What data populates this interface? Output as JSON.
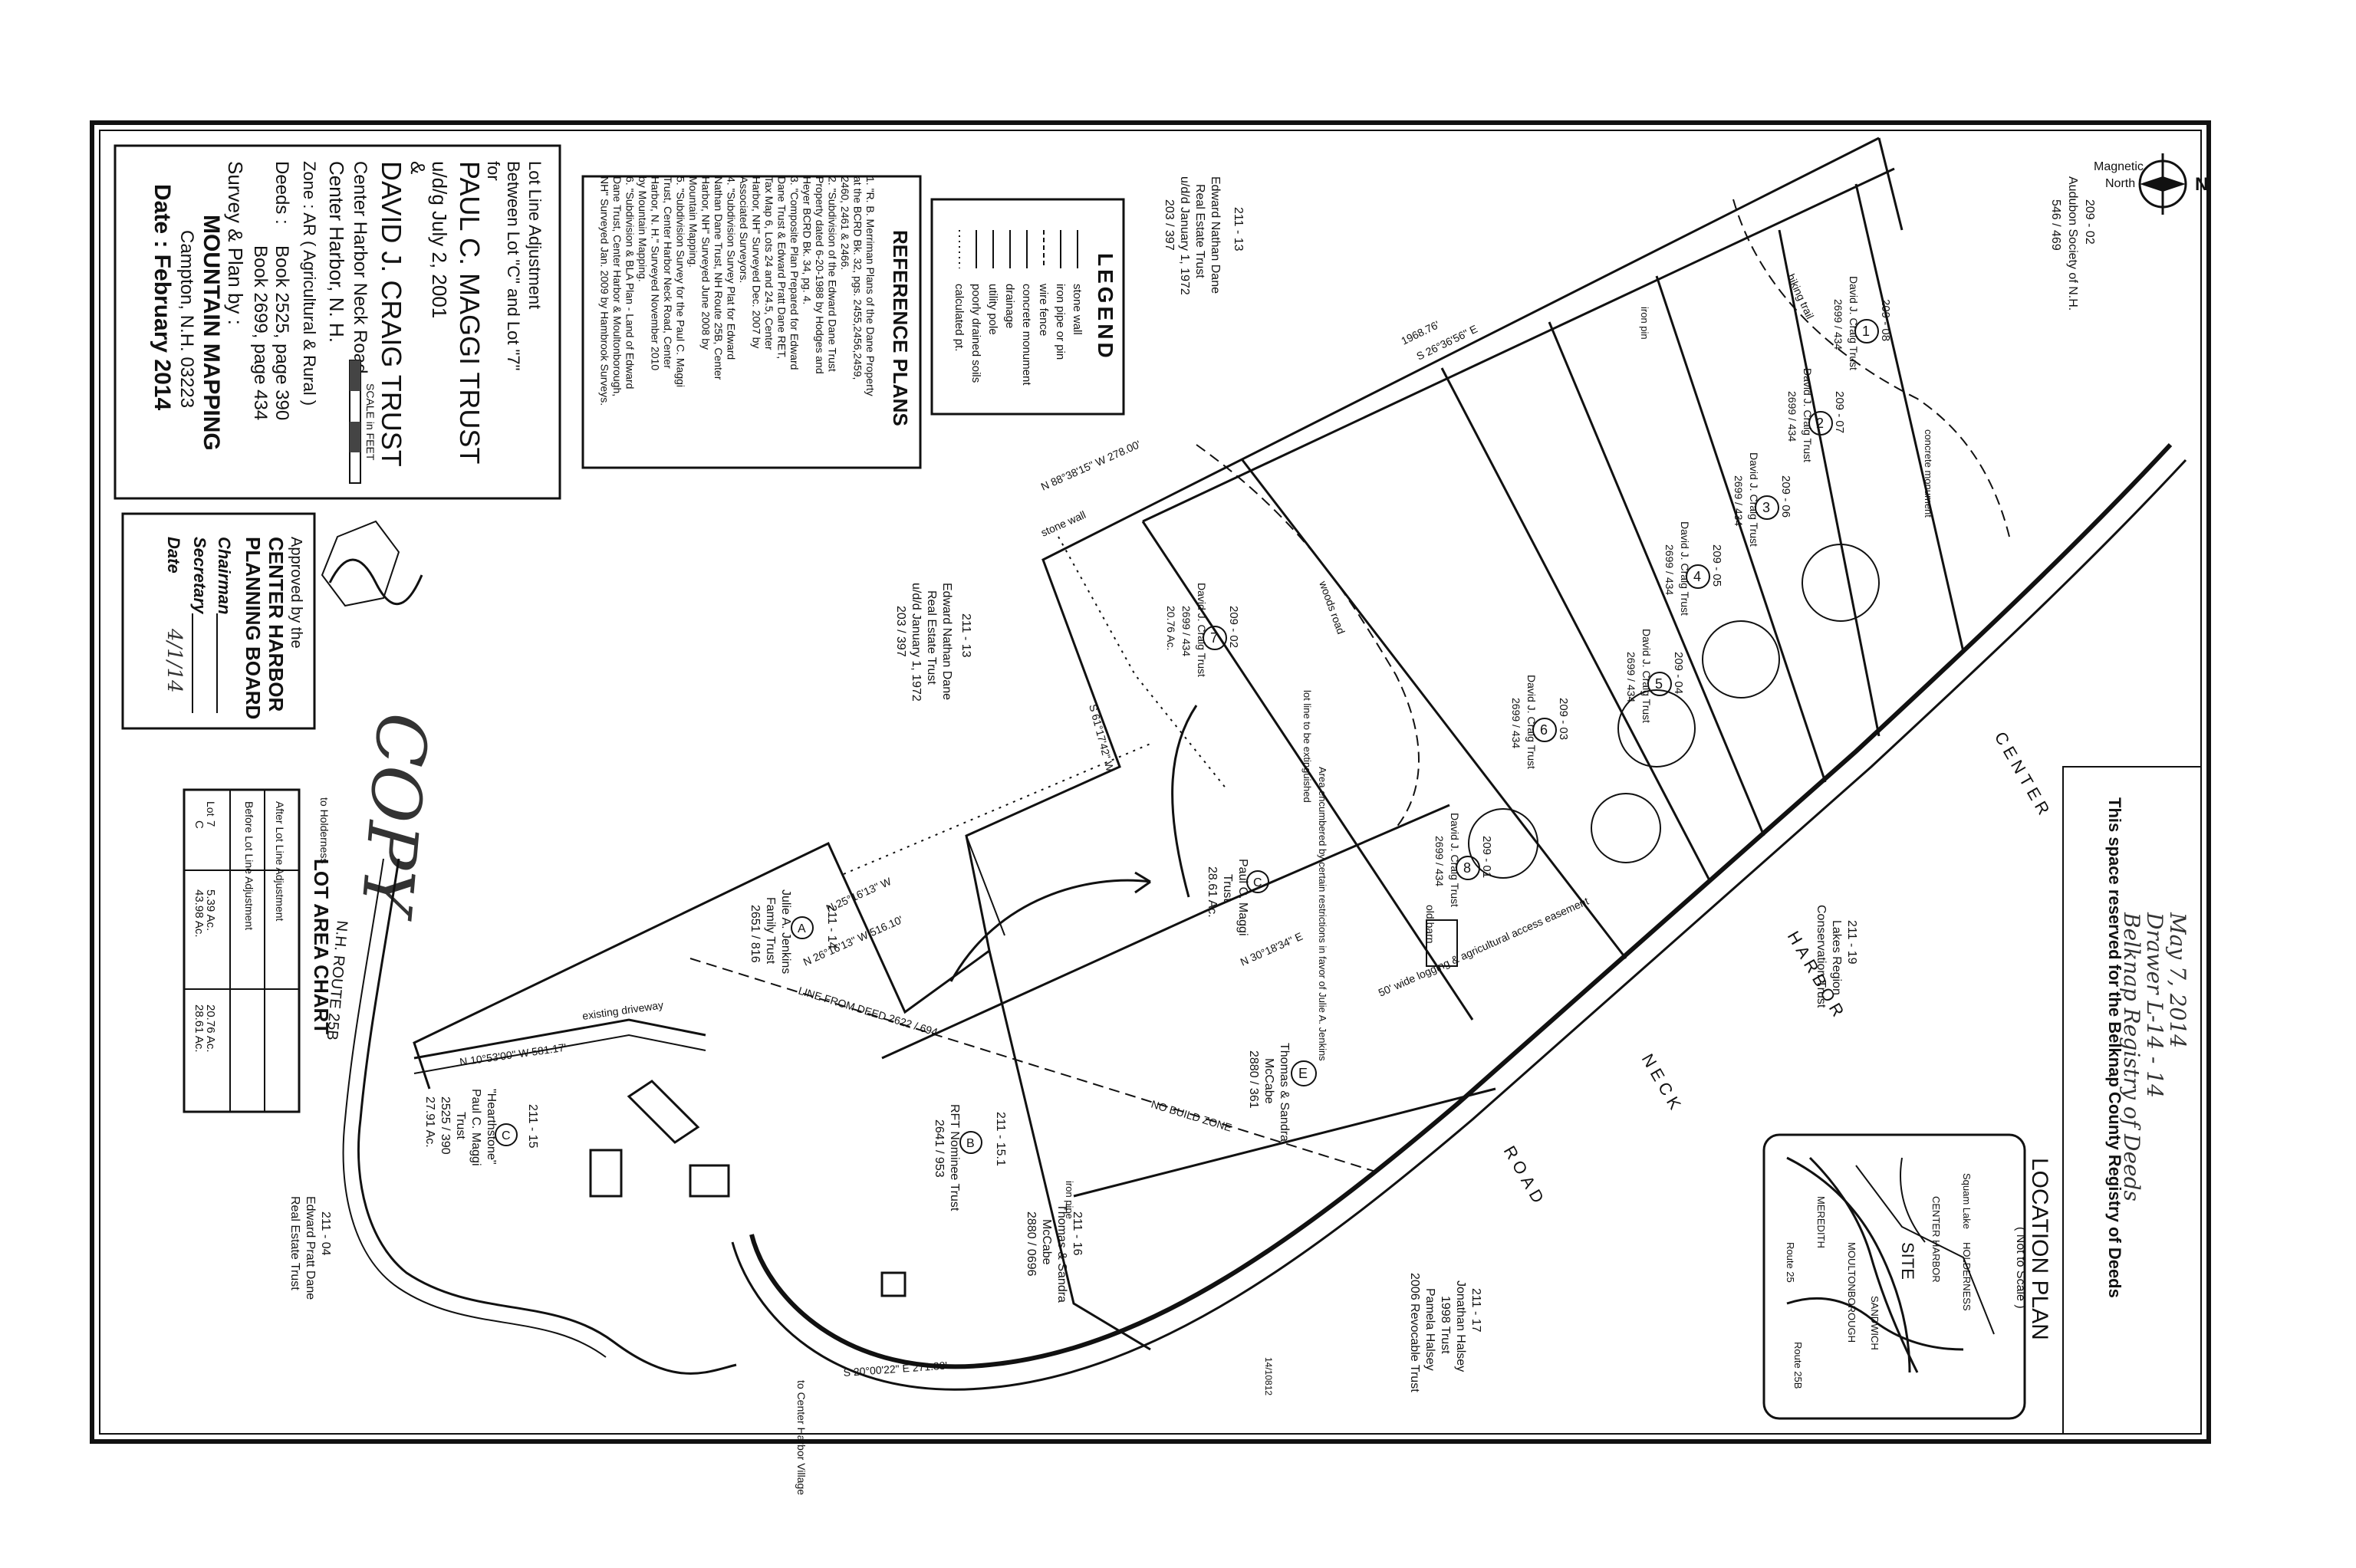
{
  "title_block": {
    "line1": "Lot Line Adjustment",
    "line2": "Between Lot \"C\" and Lot \"7\"",
    "line3": "for",
    "owner1": "PAUL C. MAGGI TRUST",
    "owner1_date": "u/d/g July 2, 2001",
    "amp": "&",
    "owner2": "DAVID J. CRAIG TRUST",
    "road": "Center Harbor Neck Road",
    "town": "Center Harbor, N. H.",
    "zone": "Zone : AR ( Agricultural & Rural )",
    "deeds_label": "Deeds :",
    "deed1": "Book 2525, page 390",
    "deed2": "Book 2699, page 434",
    "survey_by": "Survey & Plan by :",
    "company": "MOUNTAIN MAPPING",
    "company_address": "Campton, N.H. 03223",
    "date": "Date : February 2014",
    "scale": "SCALE in FEET"
  },
  "reference_plans": {
    "heading": "REFERENCE PLANS",
    "items": [
      "1. \"R. B. Merriman Plans of the Dane Property",
      "   at the BCRD Bk. 32, pgs. 2455,2456,2459,",
      "   2460, 2461 & 2466.",
      "2. \"Subdivision of the Edward Dane Trust",
      "   Property dated 6-20-1988 by Hodges and",
      "   Heyer BCRD Bk. 34, pg. 4.",
      "3. \"Composite Plan Prepared for Edward",
      "   Dane Trust & Edward Pratt Dane RET,",
      "   Tax Map 6, Lots 24 and 24.5, Center",
      "   Harbor, NH\" Surveyed Dec. 2007 by",
      "   Associated Surveyors.",
      "4. \"Subdivision Survey Plat for Edward",
      "   Nathan Dane Trust, NH Route 25B, Center",
      "   Harbor, NH\" Surveyed June 2008 by",
      "   Mountain Mapping.",
      "5. \"Subdivision Survey for the Paul C. Maggi",
      "   Trust, Center Harbor Neck Road, Center",
      "   Harbor, N. H.\" Surveyed November 2010",
      "   by Mountain Mapping.",
      "6. \"Subdivision & BLA Plan - Land of Edward",
      "   Dane Trust, Center Harbor & Moultonborough,",
      "   NH\" Surveyed Jan. 2009 by Hambrook Surveys."
    ]
  },
  "legend": {
    "heading": "LEGEND",
    "items": [
      {
        "symbol": "stone-wall",
        "label": "stone wall"
      },
      {
        "symbol": "iron-pin",
        "label": "iron pipe or pin"
      },
      {
        "symbol": "wire-fence",
        "label": "wire fence"
      },
      {
        "symbol": "concrete-monument",
        "label": "concrete monument"
      },
      {
        "symbol": "drainage",
        "label": "drainage"
      },
      {
        "symbol": "utility-pole",
        "label": "utility pole"
      },
      {
        "symbol": "poorly-drained",
        "label": "poorly drained soils"
      },
      {
        "symbol": "calculated-point",
        "label": "calculated pt."
      }
    ]
  },
  "approval": {
    "line1": "Approved by the",
    "line2": "CENTER HARBOR",
    "line3": "PLANNING BOARD",
    "chairman_label": "Chairman",
    "secretary_label": "Secretary",
    "date_label": "Date",
    "date_value": "4/1/14",
    "copy_stamp": "COPY"
  },
  "lot_area_chart": {
    "heading": "LOT AREA CHART",
    "headers": [
      "Lot",
      "Before Lot Line Adjustment",
      "After Lot Line Adjustment"
    ],
    "rows": [
      [
        "C",
        "43.98 Ac.",
        "28.61 Ac."
      ],
      [
        "7",
        "5.39 Ac.",
        "20.76 Ac."
      ]
    ]
  },
  "registry": {
    "note": "This space reserved for the Belknap County Registry of Deeds",
    "handwritten1": "May 7, 2014",
    "handwritten2": "Drawer L-14 - 14",
    "handwritten3": "Belknap Registry of Deeds"
  },
  "location_plan": {
    "title": "LOCATION PLAN",
    "subtitle": "( Not to Scale )",
    "labels": [
      "Squam Lake",
      "HOLDERNESS",
      "CENTER HARBOR",
      "SITE",
      "SANDWICH",
      "MOULTONBOROUGH",
      "MEREDITH",
      "Route 25B",
      "Route 25"
    ]
  },
  "north_arrow": {
    "label1": "Magnetic",
    "label2": "North",
    "n": "N"
  },
  "abutters": {
    "a1_id": "209 - 02",
    "a1_name": "Audubon Society of N.H.",
    "a1_deed": "546 / 469",
    "a2_id": "211 - 13",
    "a2_name": "Edward Nathan Dane",
    "a2_trust": "Real Estate Trust",
    "a2_date": "u/d/d January 1, 1972",
    "a2_deed": "203 / 397",
    "a3_id": "211 - 19",
    "a3_name": "Lakes Region",
    "a3_trust": "Conservation Trust",
    "a4_id": "211 - 17",
    "a4_name": "Jonathan Halsey",
    "a4_year": "1998 Trust",
    "a4_name2": "Pamela Halsey",
    "a4_trust": "2006 Revocable Trust",
    "a5_id": "211 - 04",
    "a5_name": "Edward Pratt Dane",
    "a5_trust": "Real Estate Trust",
    "a6_id": "211 - 16",
    "a6_name": "Thomas & Sandra",
    "a6_name2": "McCabe",
    "a6_deed": "2880 / 0696",
    "a7_id": "211 - 14",
    "a7_name": "Julie A. Jenkins",
    "a7_trust": "Family Trust",
    "a7_deed": "2651 / 816",
    "a8_id": "211 - 15.1",
    "a8_name": "RFT Nominee Trust",
    "a8_deed": "2641 / 953",
    "a9_id": "211 - 15",
    "a9_name": "\"Hearthstone\"",
    "a9_owner": "Paul C. Maggi",
    "a9_trust": "Trust",
    "a9_deed": "2525 / 390",
    "a9_area": "27.91 Ac.",
    "lot_e_name": "Thomas & Sandra",
    "lot_e_name2": "McCabe",
    "lot_e_deed": "2880 / 361"
  },
  "lots": [
    {
      "num": "1",
      "id": "209 - 08",
      "owner": "David J. Craig Trust",
      "deed": "2699 / 434"
    },
    {
      "num": "2",
      "id": "209 - 07",
      "owner": "David J. Craig Trust",
      "deed": "2699 / 434"
    },
    {
      "num": "3",
      "id": "209 - 06",
      "owner": "David J. Craig Trust",
      "deed": "2699 / 434"
    },
    {
      "num": "4",
      "id": "209 - 05",
      "owner": "David J. Craig Trust",
      "deed": "2699 / 434"
    },
    {
      "num": "5",
      "id": "209 - 04",
      "owner": "David J. Craig Trust",
      "deed": "2699 / 434"
    },
    {
      "num": "6",
      "id": "209 - 03",
      "owner": "David J. Craig Trust",
      "deed": "2699 / 434"
    },
    {
      "num": "7",
      "id": "209 - 02",
      "owner": "David J. Craig Trust",
      "deed": "2699 / 434",
      "area": "20.76 Ac."
    },
    {
      "num": "8",
      "id": "209 - 01",
      "owner": "David J. Craig Trust",
      "deed": "2699 / 434"
    }
  ],
  "plan_notes": {
    "road_center": "CENTER",
    "road_harbor": "HARBOR",
    "road_neck": "NECK",
    "road_road": "ROAD",
    "nh_route": "N.H. ROUTE 25B",
    "to_holderness": "to Holderness",
    "to_village": "to Center Harbor Village",
    "line_from_deed": "LINE FROM DEED 2622 / 694",
    "no_build": "NO BUILD ZONE",
    "lot_c_label": "C",
    "lot_c_owner": "Paul C. Maggi",
    "lot_c_trust": "Trust",
    "lot_c_area": "28.61 Ac.",
    "bearing1": "1968.76'",
    "bearing2": "S 26°36'56\" E",
    "bearing3": "N 25°16'13\" W",
    "bearing4": "S 61°17'42\" W",
    "bearing5": "N 30°18'34\" E",
    "bearing6": "N 10°53'00\" W 581.17'",
    "bearing7": "S 20°00'22\" E 271.88'",
    "bearing8": "N 26°16'13\" W 516.10'",
    "bearing9": "N 88°38'15\" W 278.00'",
    "area_note": "Area encumbered by certain restrictions in favor of Julie A. Jenkins",
    "stone_wall": "stone wall",
    "woods_road": "woods road",
    "old_barn": "old barn",
    "access_easement": "50' wide logging & agricultural access easement",
    "existing_driveway": "existing driveway",
    "lot_line_extinguished": "lot line to be extinguished",
    "hiking_trail": "hiking trail",
    "concrete_monument": "concrete monument",
    "iron_pin": "iron pin",
    "iron_pipe": "iron pipe",
    "sheet_number": "14/10812"
  }
}
